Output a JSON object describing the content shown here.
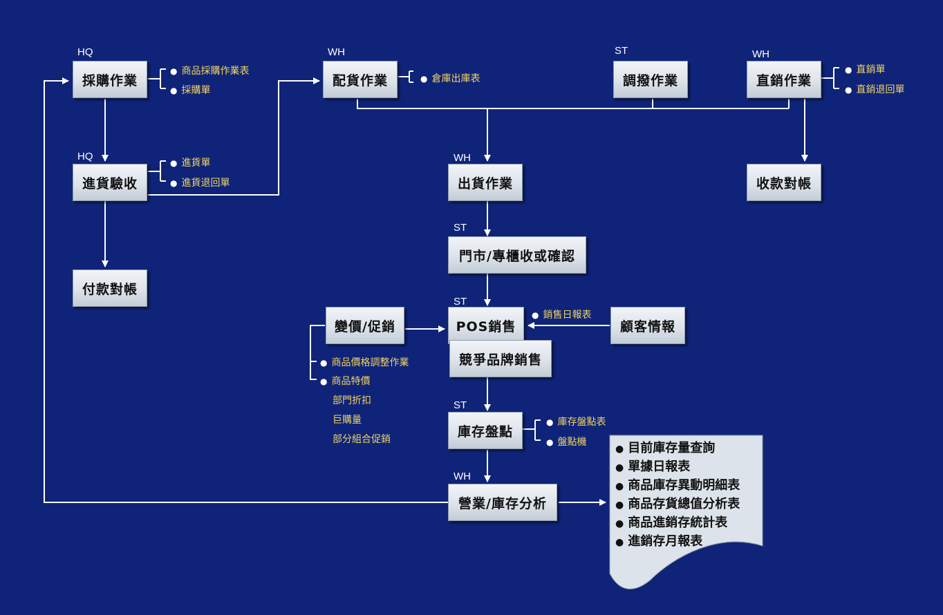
{
  "nodes": {
    "purchase": {
      "tag": "HQ",
      "label": "採購作業"
    },
    "receiving": {
      "tag": "HQ",
      "label": "進貨驗收"
    },
    "payment": {
      "label": "付款對帳"
    },
    "allocation": {
      "tag": "WH",
      "label": "配貨作業"
    },
    "transfer": {
      "tag": "ST",
      "label": "調撥作業"
    },
    "direct_sales": {
      "tag": "WH",
      "label": "直銷作業"
    },
    "shipping": {
      "tag": "WH",
      "label": "出貨作業"
    },
    "collection": {
      "label": "收款對帳"
    },
    "store_confirm": {
      "tag": "ST",
      "label": "門市/專櫃收或確認"
    },
    "price_change": {
      "label": "變價/促銷"
    },
    "pos_sales": {
      "tag": "ST",
      "label": "POS銷售"
    },
    "customer_info": {
      "label": "顧客情報"
    },
    "competitor_sales": {
      "label": "競爭品牌銷售"
    },
    "inventory_count": {
      "tag": "ST",
      "label": "庫存盤點"
    },
    "analysis": {
      "tag": "WH",
      "label": "營業/庫存分析"
    }
  },
  "notes": {
    "purchase": [
      "商品採購作業表",
      "採購單"
    ],
    "receiving": [
      "進貨單",
      "進貨退回單"
    ],
    "allocation": [
      "倉庫出庫表"
    ],
    "direct_sales": [
      "直銷單",
      "直銷退回單"
    ],
    "pos": "銷售日報表",
    "promotion": [
      "商品價格調整作業",
      "商品特價"
    ],
    "promotion_sub": [
      "部門折扣",
      "巨購量",
      "部分組合促銷"
    ],
    "inventory": [
      "庫存盤點表",
      "盤點機"
    ]
  },
  "report": {
    "items": [
      "目前庫存量查詢",
      "單據日報表",
      "商品庫存異動明細表",
      "商品存貨總值分析表",
      "商品進銷存統計表",
      "進銷存月報表"
    ],
    "fill": "#dde3ea"
  },
  "colors": {
    "background": "#0f2478",
    "line": "#ffffff",
    "note": "#f0d264"
  }
}
